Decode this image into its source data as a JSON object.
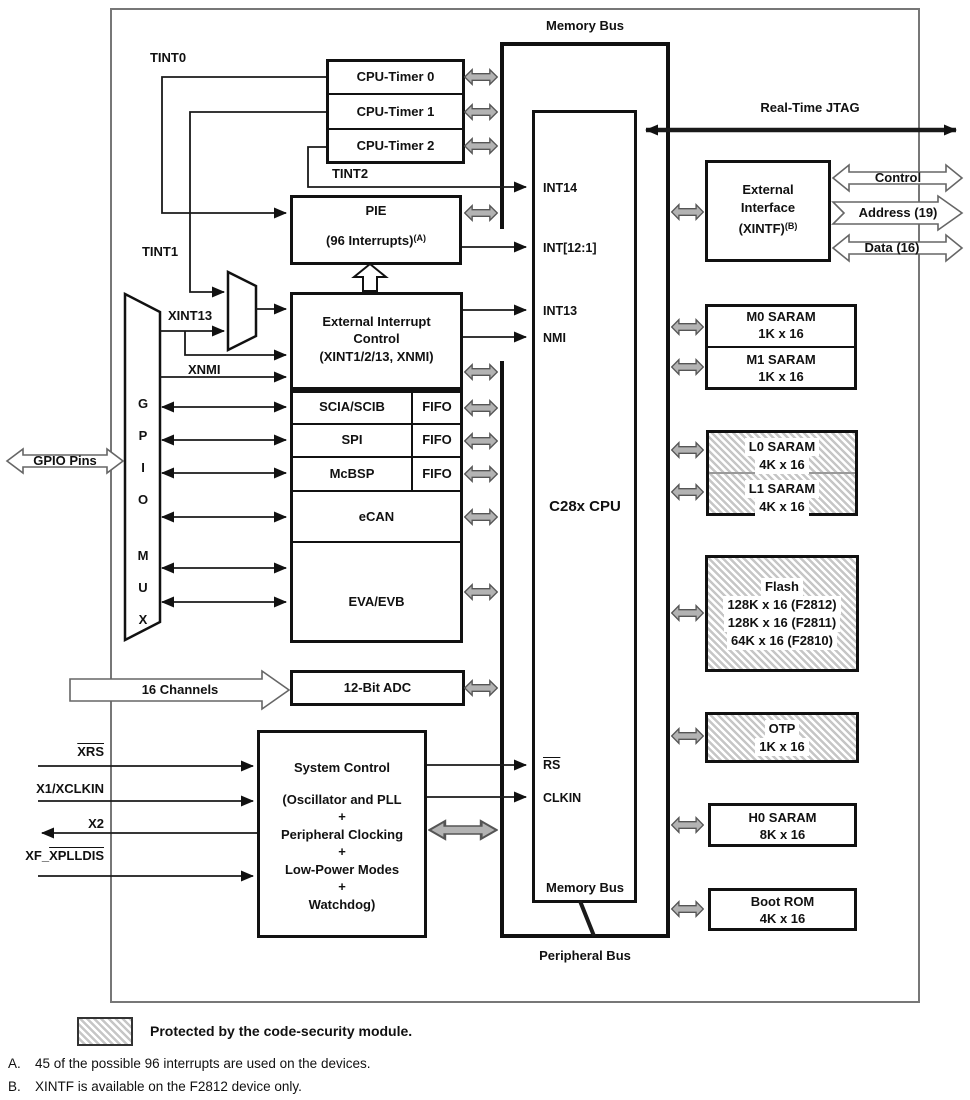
{
  "diagram": {
    "buses": {
      "memory_bus_top": "Memory Bus",
      "memory_bus_inner": "Memory Bus",
      "peripheral_bus": "Peripheral Bus"
    },
    "cpu": {
      "title": "C28x CPU",
      "ports": {
        "int14": "INT14",
        "int12_1": "INT[12:1]",
        "int13": "INT13",
        "nmi": "NMI",
        "rs": "RS",
        "clkin": "CLKIN"
      }
    },
    "timers": {
      "t0": "CPU-Timer 0",
      "t1": "CPU-Timer 1",
      "t2": "CPU-Timer 2"
    },
    "signals": {
      "tint0": "TINT0",
      "tint1": "TINT1",
      "tint2": "TINT2",
      "xint13": "XINT13",
      "xnmi": "XNMI"
    },
    "pie": {
      "line1": "PIE",
      "line2": "(96 Interrupts)",
      "sup": "(A)"
    },
    "eic": {
      "line1": "External Interrupt",
      "line2": "Control",
      "line3": "(XINT1/2/13, XNMI)"
    },
    "gpio": {
      "mux_letters": [
        "G",
        "P",
        "I",
        "O",
        "M",
        "U",
        "X"
      ],
      "pins_label": "GPIO Pins"
    },
    "peripherals": {
      "scia": "SCIA/SCIB",
      "spi": "SPI",
      "mcbsp": "McBSP",
      "fifo": "FIFO",
      "ecan": "eCAN",
      "ev": "EVA/EVB"
    },
    "adc": {
      "label": "12-Bit ADC",
      "channels": "16 Channels"
    },
    "sysctrl": {
      "lines": [
        "System Control",
        "(Oscillator and PLL",
        "+",
        "Peripheral Clocking",
        "+",
        "Low-Power Modes",
        "+",
        "Watchdog)"
      ]
    },
    "pins": {
      "xrs": "XRS",
      "x1": "X1/XCLKIN",
      "x2": "X2",
      "xf_pre": "XF_",
      "xf_ovl": "XPLLDIS"
    },
    "jtag": "Real-Time JTAG",
    "xintf": {
      "line1": "External",
      "line2": "Interface",
      "line3": "(XINTF)",
      "sup": "(B)",
      "control": "Control",
      "address": "Address (19)",
      "data": "Data (16)"
    },
    "memories": {
      "m0": {
        "name": "M0 SARAM",
        "size": "1K x 16"
      },
      "m1": {
        "name": "M1 SARAM",
        "size": "1K x 16"
      },
      "l0": {
        "name": "L0 SARAM",
        "size": "4K x 16"
      },
      "l1": {
        "name": "L1 SARAM",
        "size": "4K x 16"
      },
      "flash": {
        "name": "Flash",
        "lines": [
          "128K x 16 (F2812)",
          "128K x 16 (F2811)",
          "64K x 16 (F2810)"
        ]
      },
      "otp": {
        "name": "OTP",
        "size": "1K x 16"
      },
      "h0": {
        "name": "H0 SARAM",
        "size": "8K x 16"
      },
      "bootrom": {
        "name": "Boot ROM",
        "size": "4K x 16"
      }
    },
    "legend": {
      "text": "Protected by the code-security module."
    },
    "notes": [
      {
        "prefix": "A.",
        "text": "45 of the possible 96 interrupts are used on the devices."
      },
      {
        "prefix": "B.",
        "text": "XINTF is available on the F2812 device only."
      }
    ],
    "colors": {
      "arrow_fill": "#b3b3b3",
      "line": "#1a1a1a",
      "hatch": "#c6c6c6"
    }
  }
}
